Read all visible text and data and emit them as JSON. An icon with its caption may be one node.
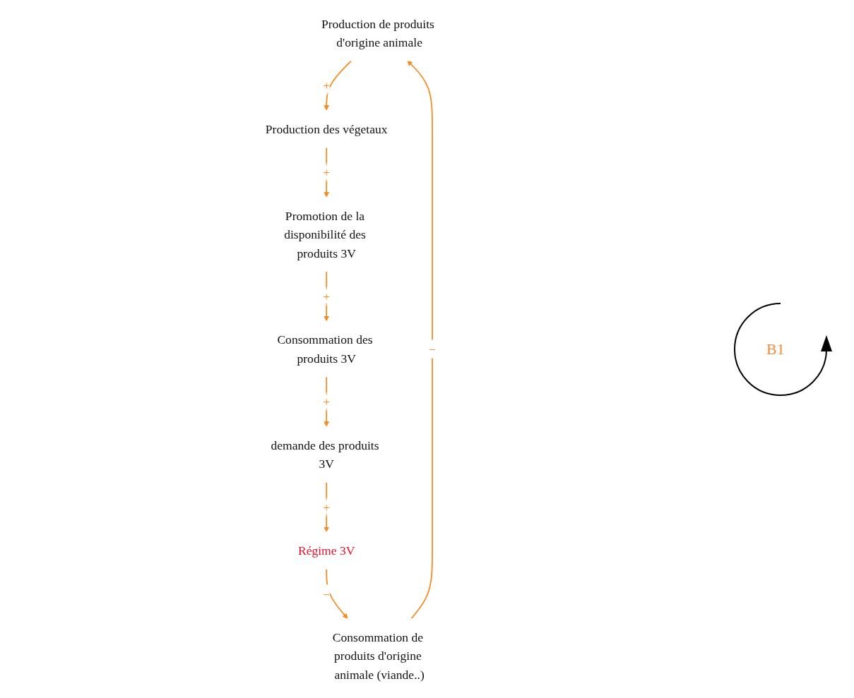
{
  "diagram": {
    "nodes": [
      {
        "text": [
          "Production de produits d'origine animale"
        ]
      },
      {
        "text": [
          "Production des végetaux"
        ]
      },
      {
        "text": [
          "Consommation de produits d'origine animale (viande..)"
        ]
      },
      {
        "text": [
          "Promotion de la disponibilité des produits 3V"
        ]
      },
      {
        "text": [
          "Consommation des produits 3V"
        ]
      },
      {
        "text": [
          "Régime 3V"
        ]
      },
      {
        "text": [
          "demande des produits 3V"
        ]
      }
    ],
    "edges": [
      {
        "from": 0,
        "to": 1,
        "arrow": "to",
        "label": "+"
      },
      {
        "from": 1,
        "to": 3,
        "arrow": "to",
        "label": "+"
      },
      {
        "from": 3,
        "to": 4,
        "arrow": "to",
        "label": "+"
      },
      {
        "from": 4,
        "to": 6,
        "arrow": "to",
        "label": "+"
      },
      {
        "from": 6,
        "to": 5,
        "arrow": "to",
        "label": "+"
      },
      {
        "from": 5,
        "to": 2,
        "arrow": "to",
        "label": "−"
      },
      {
        "from": 2,
        "to": 0,
        "arrow": "to",
        "label": "−"
      }
    ],
    "labels": [
      "B1"
    ]
  }
}
